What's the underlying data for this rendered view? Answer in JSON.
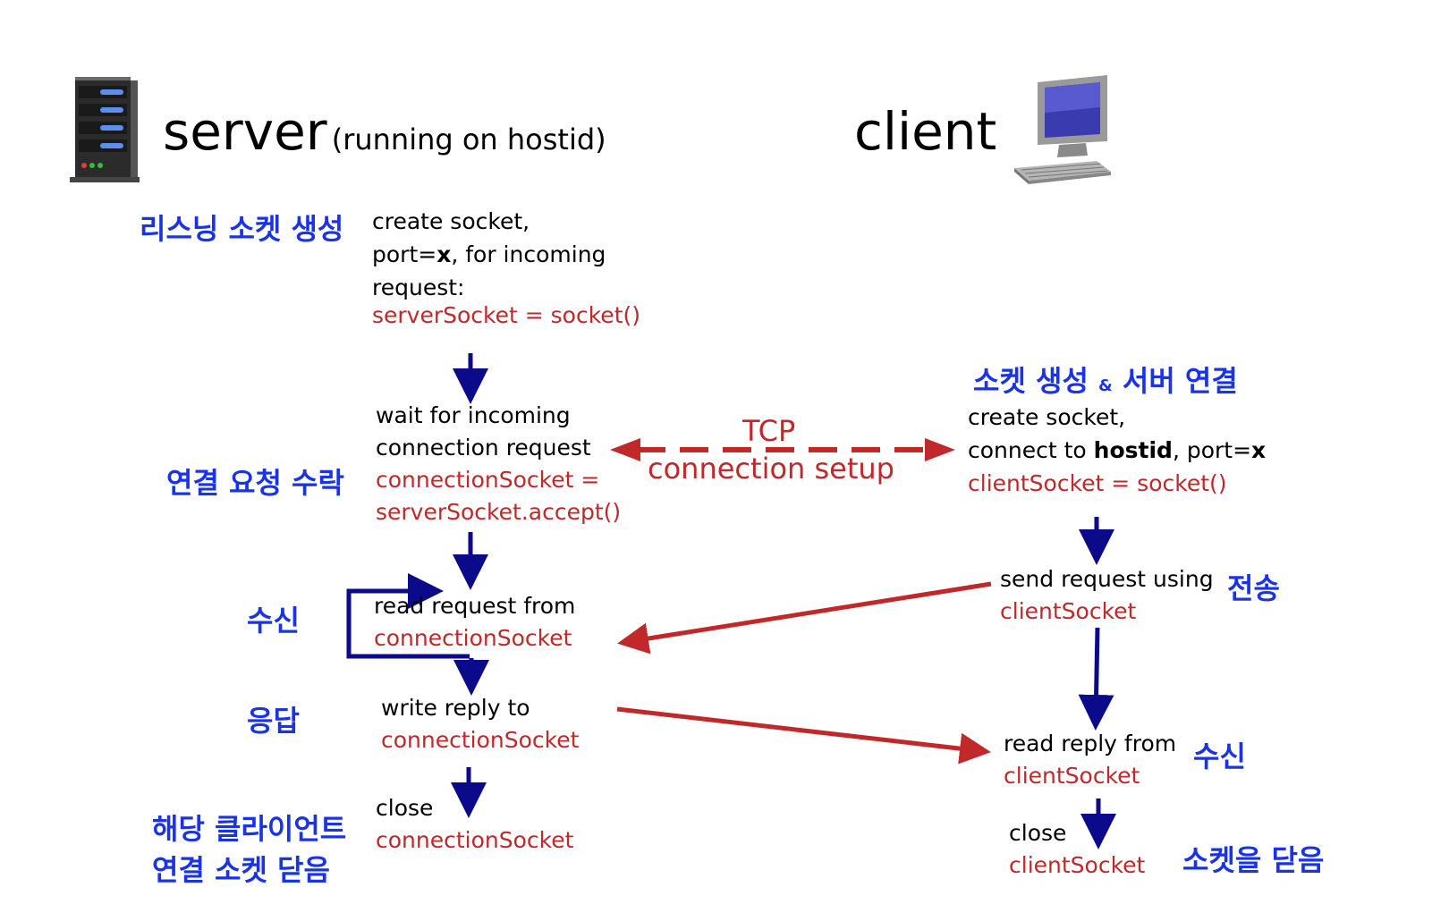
{
  "header": {
    "server_title": "server",
    "server_subtitle": "(running on hostid)",
    "client_title": "client",
    "server_icon": "server-tower-icon",
    "client_icon": "desktop-computer-icon"
  },
  "colors": {
    "annotation_blue": "#1a33e6",
    "code_red": "#c0282a",
    "flow_arrow_navy": "#0a0a8a",
    "message_arrow_red": "#c0282a"
  },
  "server": {
    "create": {
      "annotation": "리스닝 소켓 생성",
      "line1": "create socket,",
      "line2_pre": "port=",
      "line2_bold": "x",
      "line2_post": ", for incoming",
      "line3": "request:",
      "code": "serverSocket = socket()"
    },
    "accept": {
      "annotation": "연결 요청 수락",
      "line1": "wait for incoming",
      "line2": "connection request",
      "code1": "connectionSocket =",
      "code2": "serverSocket.accept()"
    },
    "read": {
      "annotation": "수신",
      "line1": "read request from",
      "code": "connectionSocket"
    },
    "write": {
      "annotation": "응답",
      "line1": "write reply to",
      "code": "connectionSocket"
    },
    "close": {
      "annotation_line1": "해당 클라이언트",
      "annotation_line2": "연결 소켓 닫음",
      "line1": "close",
      "code": "connectionSocket"
    }
  },
  "tcp": {
    "line1": "TCP",
    "line2": "connection setup"
  },
  "client": {
    "create": {
      "annotation_pre": "소켓 생성 ",
      "annotation_amp": "&",
      "annotation_post": " 서버 연결",
      "line1": "create socket,",
      "line2_pre": "connect to ",
      "line2_bold1": "hostid",
      "line2_mid": ", port=",
      "line2_bold2": "x",
      "code": "clientSocket = socket()"
    },
    "send": {
      "annotation": "전송",
      "line1": "send request using",
      "code": "clientSocket"
    },
    "read": {
      "annotation": "수신",
      "line1": "read reply from",
      "code": "clientSocket"
    },
    "close": {
      "annotation": "소켓을 닫음",
      "line1": "close",
      "code": "clientSocket"
    }
  }
}
